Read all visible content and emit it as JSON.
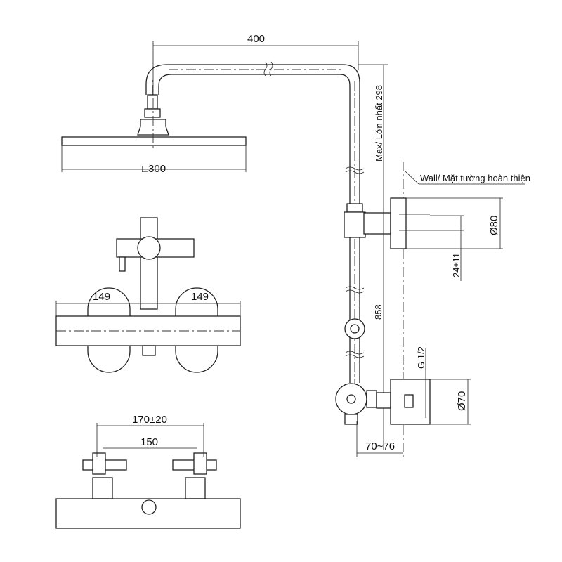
{
  "dimensions": {
    "arm_length": "400",
    "head_size": "□300",
    "max_height": "Max/ Lớn nhất 298",
    "wall_label": "Wall/ Mặt tường hoàn thiện",
    "bracket_diameter": "Ø80",
    "bracket_offset": "24±11",
    "riser_height": "858",
    "thread": "G 1/2",
    "inlet_diameter": "Ø70",
    "wall_distance": "70~76",
    "left_span": "149",
    "right_span": "149",
    "inlet_spacing_outer": "170±20",
    "inlet_spacing_inner": "150"
  }
}
